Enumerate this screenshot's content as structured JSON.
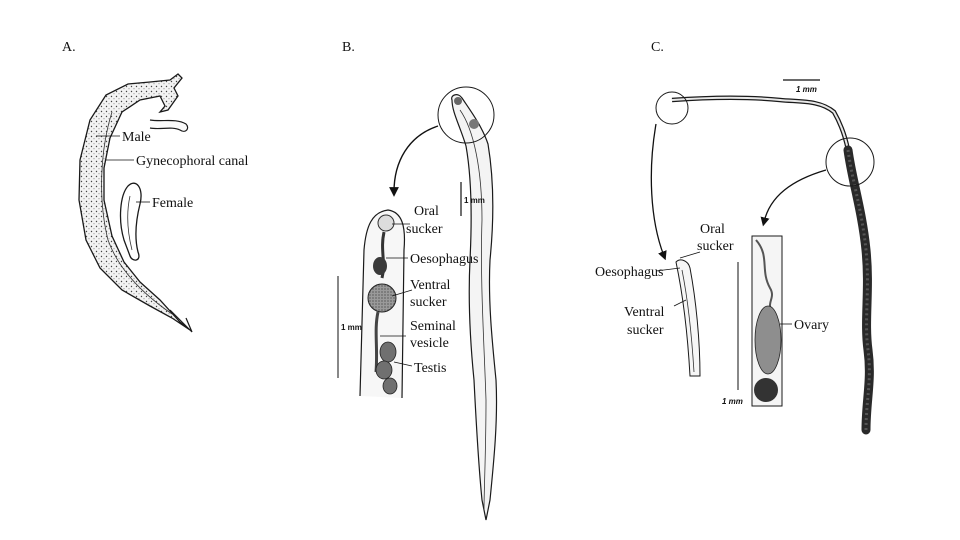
{
  "panels": {
    "a": {
      "letter": "A.",
      "labels": {
        "male": "Male",
        "canal": "Gynecophoral canal",
        "female": "Female"
      }
    },
    "b": {
      "letter": "B.",
      "scale_whole": "1 mm",
      "scale_detail": "1 mm",
      "labels": {
        "oral_1": "Oral",
        "oral_2": "sucker",
        "oesophagus": "Oesophagus",
        "ventral_1": "Ventral",
        "ventral_2": "sucker",
        "seminal_1": "Seminal",
        "seminal_2": "vesicle",
        "testis": "Testis"
      }
    },
    "c": {
      "letter": "C.",
      "scale_whole": "1 mm",
      "scale_detail": "1 mm",
      "labels": {
        "oral_1": "Oral",
        "oral_2": "sucker",
        "oesophagus": "Oesophagus",
        "ventral_1": "Ventral",
        "ventral_2": "sucker",
        "ovary": "Ovary"
      }
    }
  }
}
